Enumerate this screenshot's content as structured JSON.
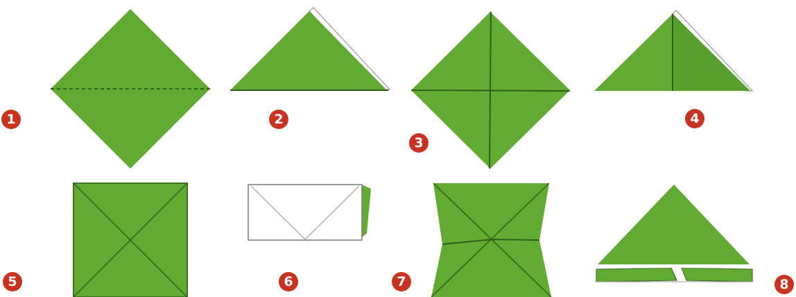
{
  "colors": {
    "paper_green": "#62ab33",
    "paper_green_dark": "#4f9428",
    "crease": "#2f5e1a",
    "paper_white": "#ffffff",
    "paper_outline": "#9a9a9a",
    "badge_red": "#c8321f"
  },
  "steps": [
    {
      "number": "1"
    },
    {
      "number": "2"
    },
    {
      "number": "3"
    },
    {
      "number": "4"
    },
    {
      "number": "5"
    },
    {
      "number": "6"
    },
    {
      "number": "7"
    },
    {
      "number": "8"
    }
  ]
}
